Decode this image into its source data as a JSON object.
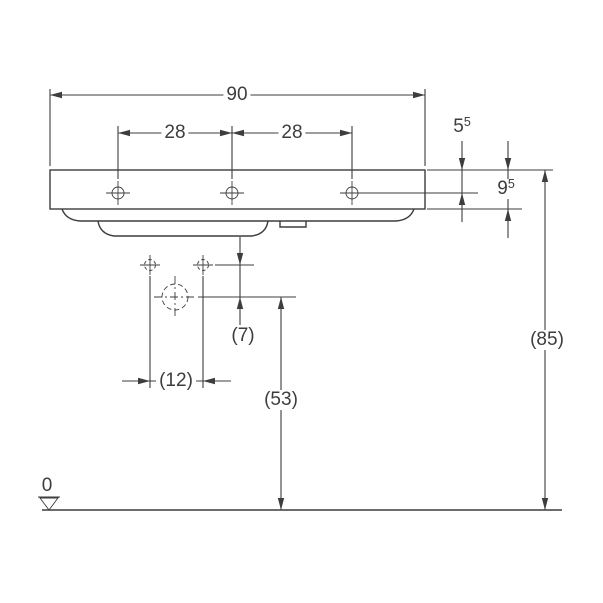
{
  "dims": {
    "total_width": "90",
    "tap_spacing_left": "28",
    "tap_spacing_right": "28",
    "rim_to_tap_holes": {
      "value": "5",
      "sup": "5"
    },
    "apron_height": {
      "value": "9",
      "sup": "5"
    },
    "fixing_to_drain_drop": "(7)",
    "fixing_hole_spacing": "(12)",
    "drain_center_height": "(53)",
    "rim_height_above_floor": "(85)",
    "floor_datum": "0"
  },
  "colors": {
    "line": "#3d3d3d",
    "background": "#ffffff"
  }
}
